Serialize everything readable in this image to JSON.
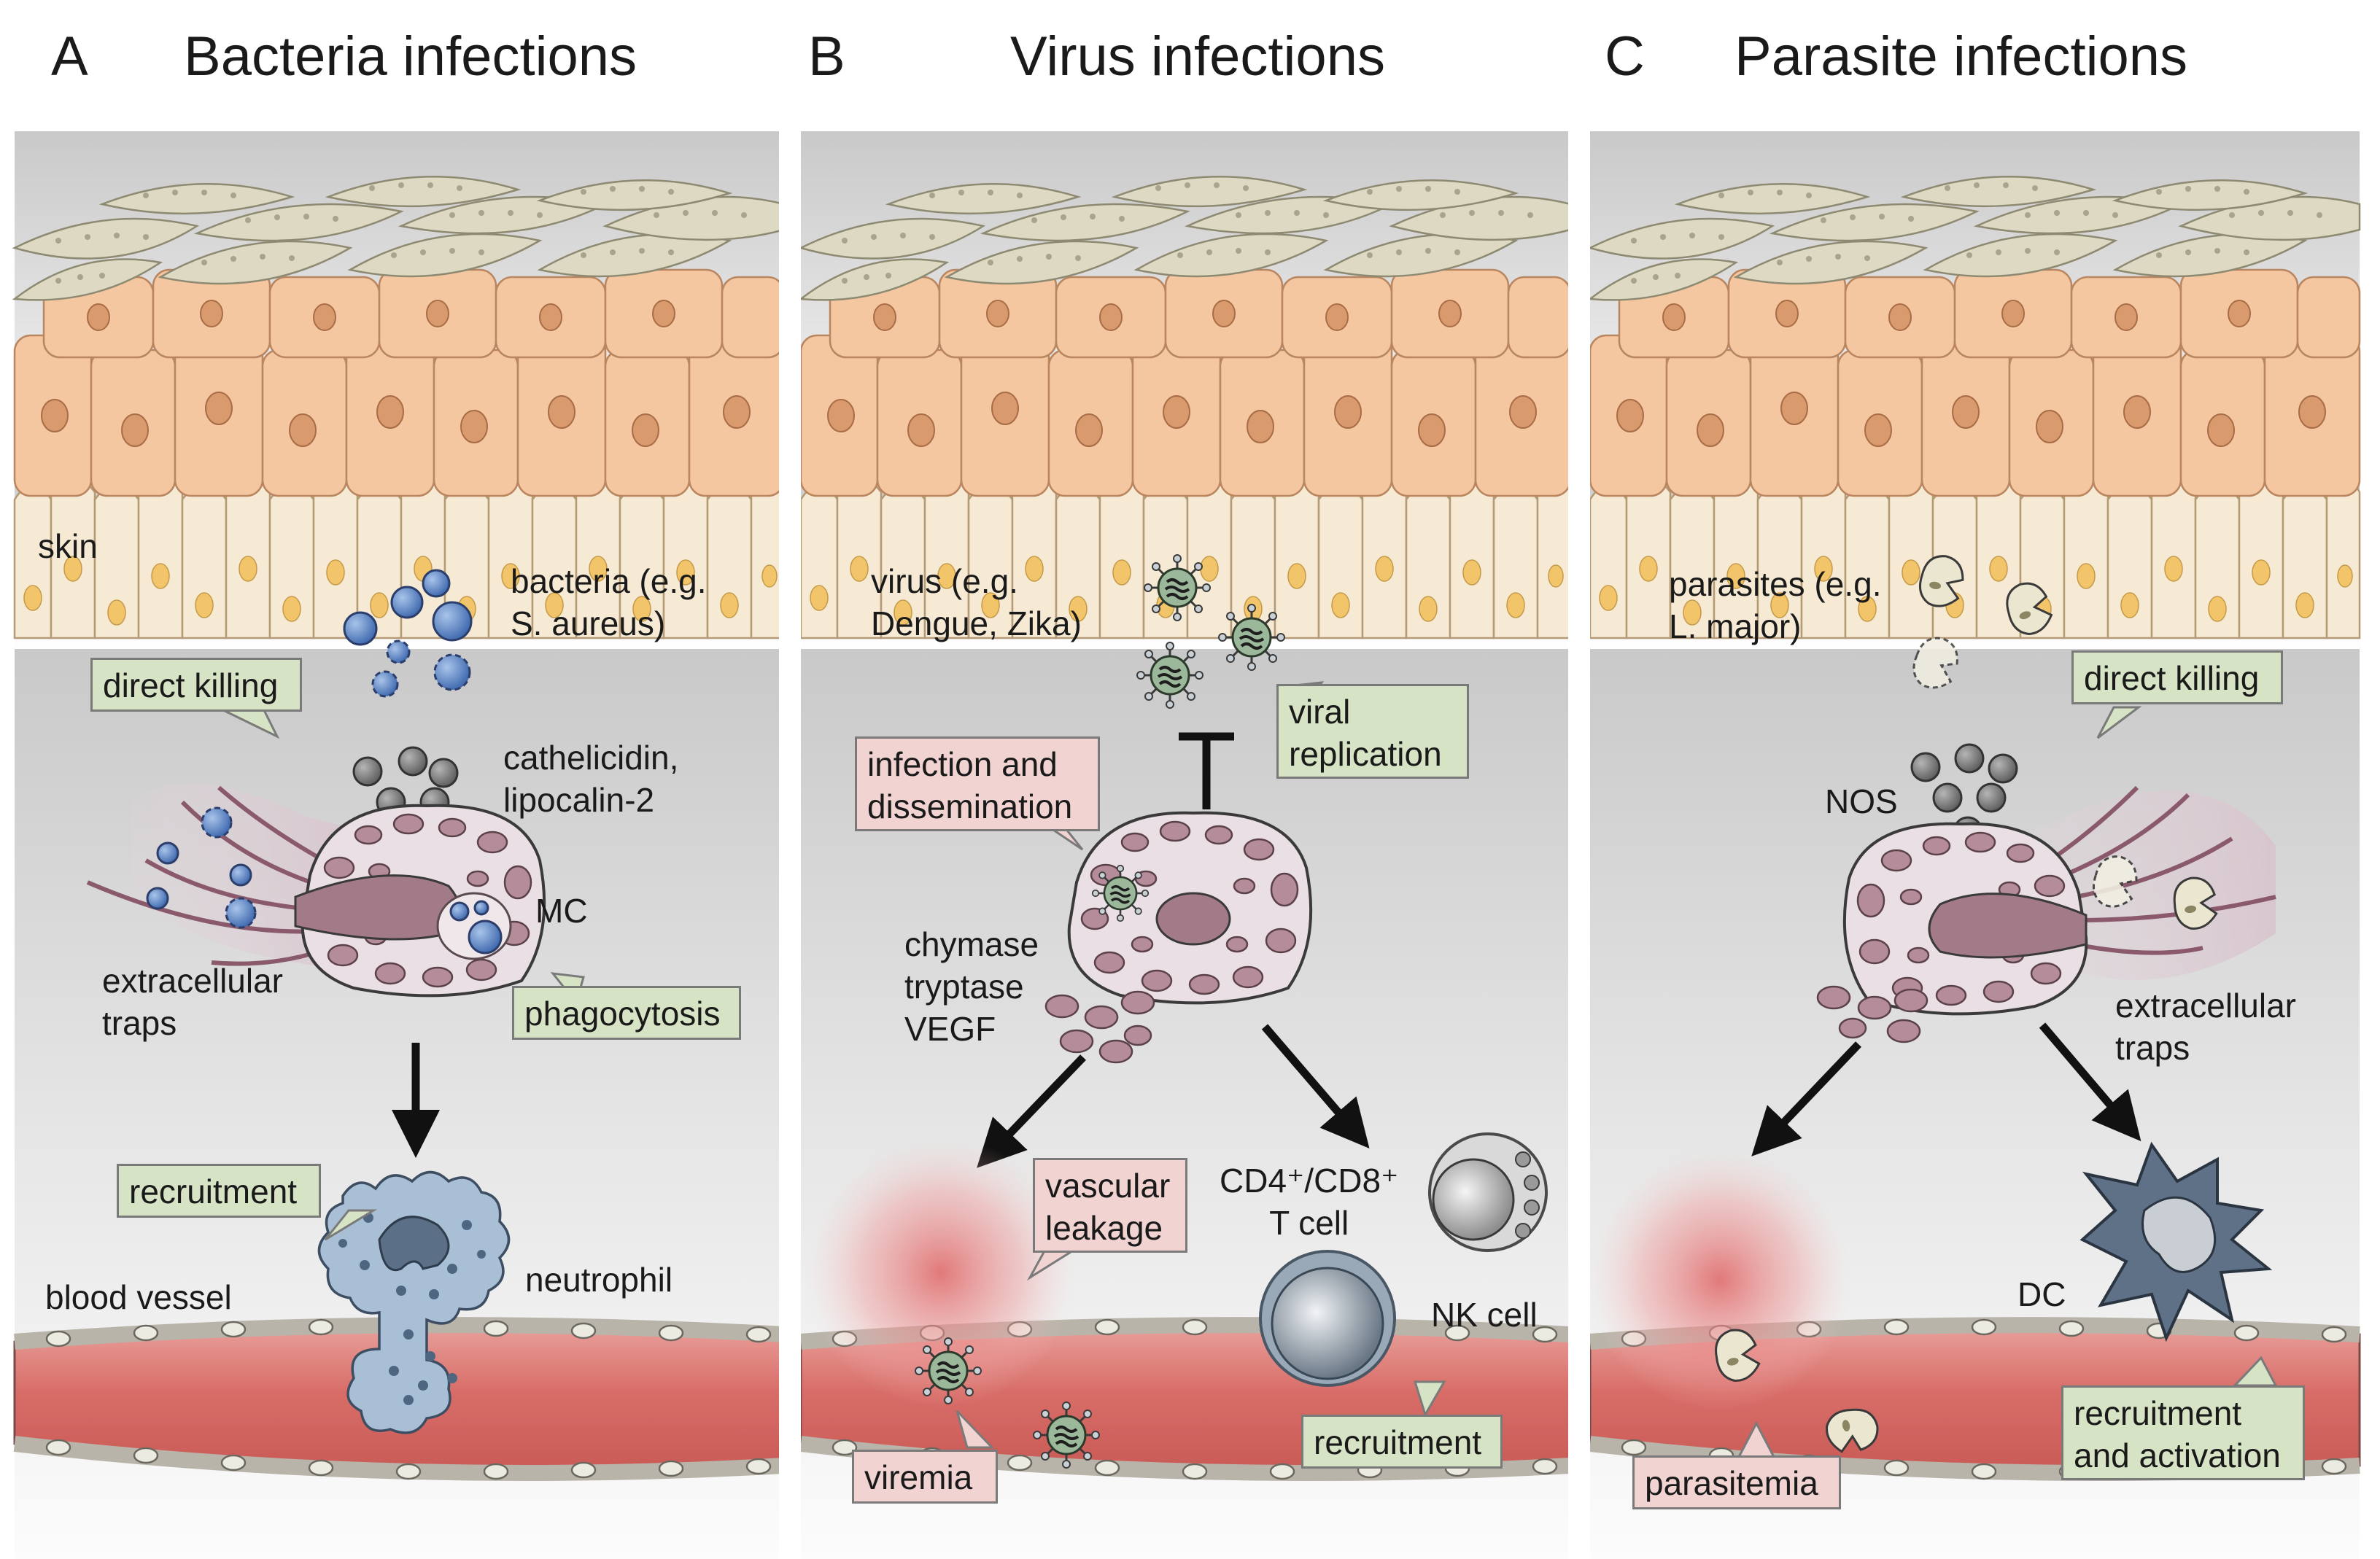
{
  "panels": [
    {
      "letter": "A",
      "title": "Bacteria infections"
    },
    {
      "letter": "B",
      "title": "Virus infections"
    },
    {
      "letter": "C",
      "title": "Parasite infections"
    }
  ],
  "panel_a": {
    "skin": "skin",
    "bacteria": "bacteria (e.g.\nS. aureus)",
    "direct_killing": "direct killing",
    "cathelicidin": "cathelicidin,\nlipocalin-2",
    "mc": "MC",
    "extracellular_traps": "extracellular\ntraps",
    "phagocytosis": "phagocytosis",
    "recruitment": "recruitment",
    "neutrophil": "neutrophil",
    "blood_vessel": "blood vessel"
  },
  "panel_b": {
    "virus": "virus (e.g.\nDengue, Zika)",
    "viral_replication": "viral\nreplication",
    "infection_dissemination": "infection and\ndissemination",
    "mediators": "chymase\ntryptase\nVEGF",
    "vascular_leakage": "vascular\nleakage",
    "t_cell": "CD4⁺/CD8⁺\nT cell",
    "nk_cell": "NK cell",
    "recruitment": "recruitment",
    "viremia": "viremia"
  },
  "panel_c": {
    "parasites": "parasites (e.g.\nL. major)",
    "direct_killing": "direct killing",
    "nos": "NOS",
    "extracellular_traps": "extracellular\ntraps",
    "dc": "DC",
    "recruitment_activation": "recruitment\nand activation",
    "parasitemia": "parasitemia"
  },
  "colors": {
    "callout_green": "#d6e3c4",
    "callout_pink": "#f1d4d2",
    "mast_cell": "#e8dde3",
    "granule": "#b08a97",
    "bacteria": "#4f7fc4",
    "virus": "#9bb89a",
    "vessel": "#d96b67",
    "epidermis": "#f3c29a"
  }
}
